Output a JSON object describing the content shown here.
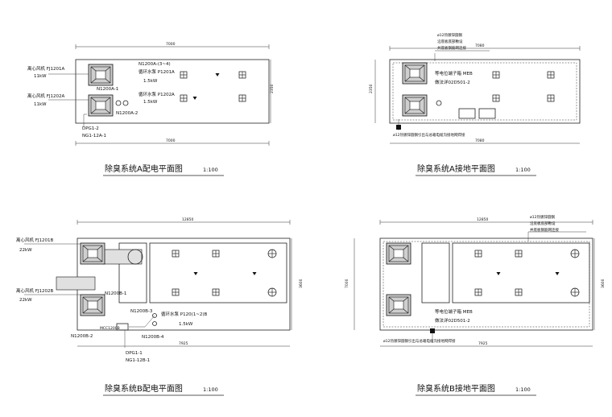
{
  "plans": {
    "a_power": {
      "title": "除臭系统A配电平面图",
      "scale": "1:100",
      "dim_top": "7000",
      "dim_bottom": "7000",
      "dim_side": "2350",
      "fan1_label": "离心风机 FJ1201A",
      "fan1_power": "11kW",
      "fan2_label": "离心风机 FJ1202A",
      "fan2_power": "11kW",
      "cable1": "N1200A-(3~4)",
      "cable2": "N1200A-1",
      "cable3": "N1200A-2",
      "pump1_label": "循环水泵 P1201A",
      "pump1_power": "1.5kW",
      "pump2_label": "循环水泵 P1202A",
      "pump2_power": "1.5kW",
      "panel": "DPG1-2",
      "feeder": "NG1-12A-1"
    },
    "a_ground": {
      "title": "除臭系统A接地平面图",
      "scale": "1:100",
      "dim_top": "7080",
      "dim_bottom": "7080",
      "dim_side": "2350",
      "note_line1": "ø12热镀锌圆钢",
      "note_line2": "沿底板底部敷设",
      "note_line3": "并底板钢筋网连接",
      "meb_label": "等电位端子箱 MEB",
      "meb_ref": "做法详02D501-2",
      "bottom_note": "ø12热镀锌圆钢引出与总箱电缆沟接地网焊接"
    },
    "b_power": {
      "title": "除臭系统B配电平面图",
      "scale": "1:100",
      "dim_top": "12850",
      "dim_bottom": "7925",
      "dim_side": "3600",
      "fan1_label": "离心风机 FJ1201B",
      "fan1_power": "22kW",
      "fan2_label": "离心风机 FJ1202B",
      "fan2_power": "22kW",
      "cable1": "N1200B-1",
      "cable2": "N1200B-3",
      "cable3": "N1200B-2",
      "cable4": "N1200B-4",
      "pump_label": "循环水泵 P120(1~2)B",
      "pump_power": "1.5kW",
      "box": "MCC1200B",
      "panel": "DPG1-1",
      "feeder": "NG1-12B-1"
    },
    "b_ground": {
      "title": "除臭系统B接地平面图",
      "scale": "1:100",
      "dim_top": "12850",
      "dim_bottom": "7925",
      "dim_side_left": "7000",
      "dim_side_right": "3600",
      "note_line1": "ø12热镀锌圆钢",
      "note_line2": "沿底板底部敷设",
      "note_line3": "并底板钢筋网连接",
      "meb_label": "等电位端子箱 MEB",
      "meb_ref": "做法详02D501-2",
      "bottom_note": "ø12热镀锌圆钢引出与总箱电缆沟接地网焊接"
    }
  }
}
